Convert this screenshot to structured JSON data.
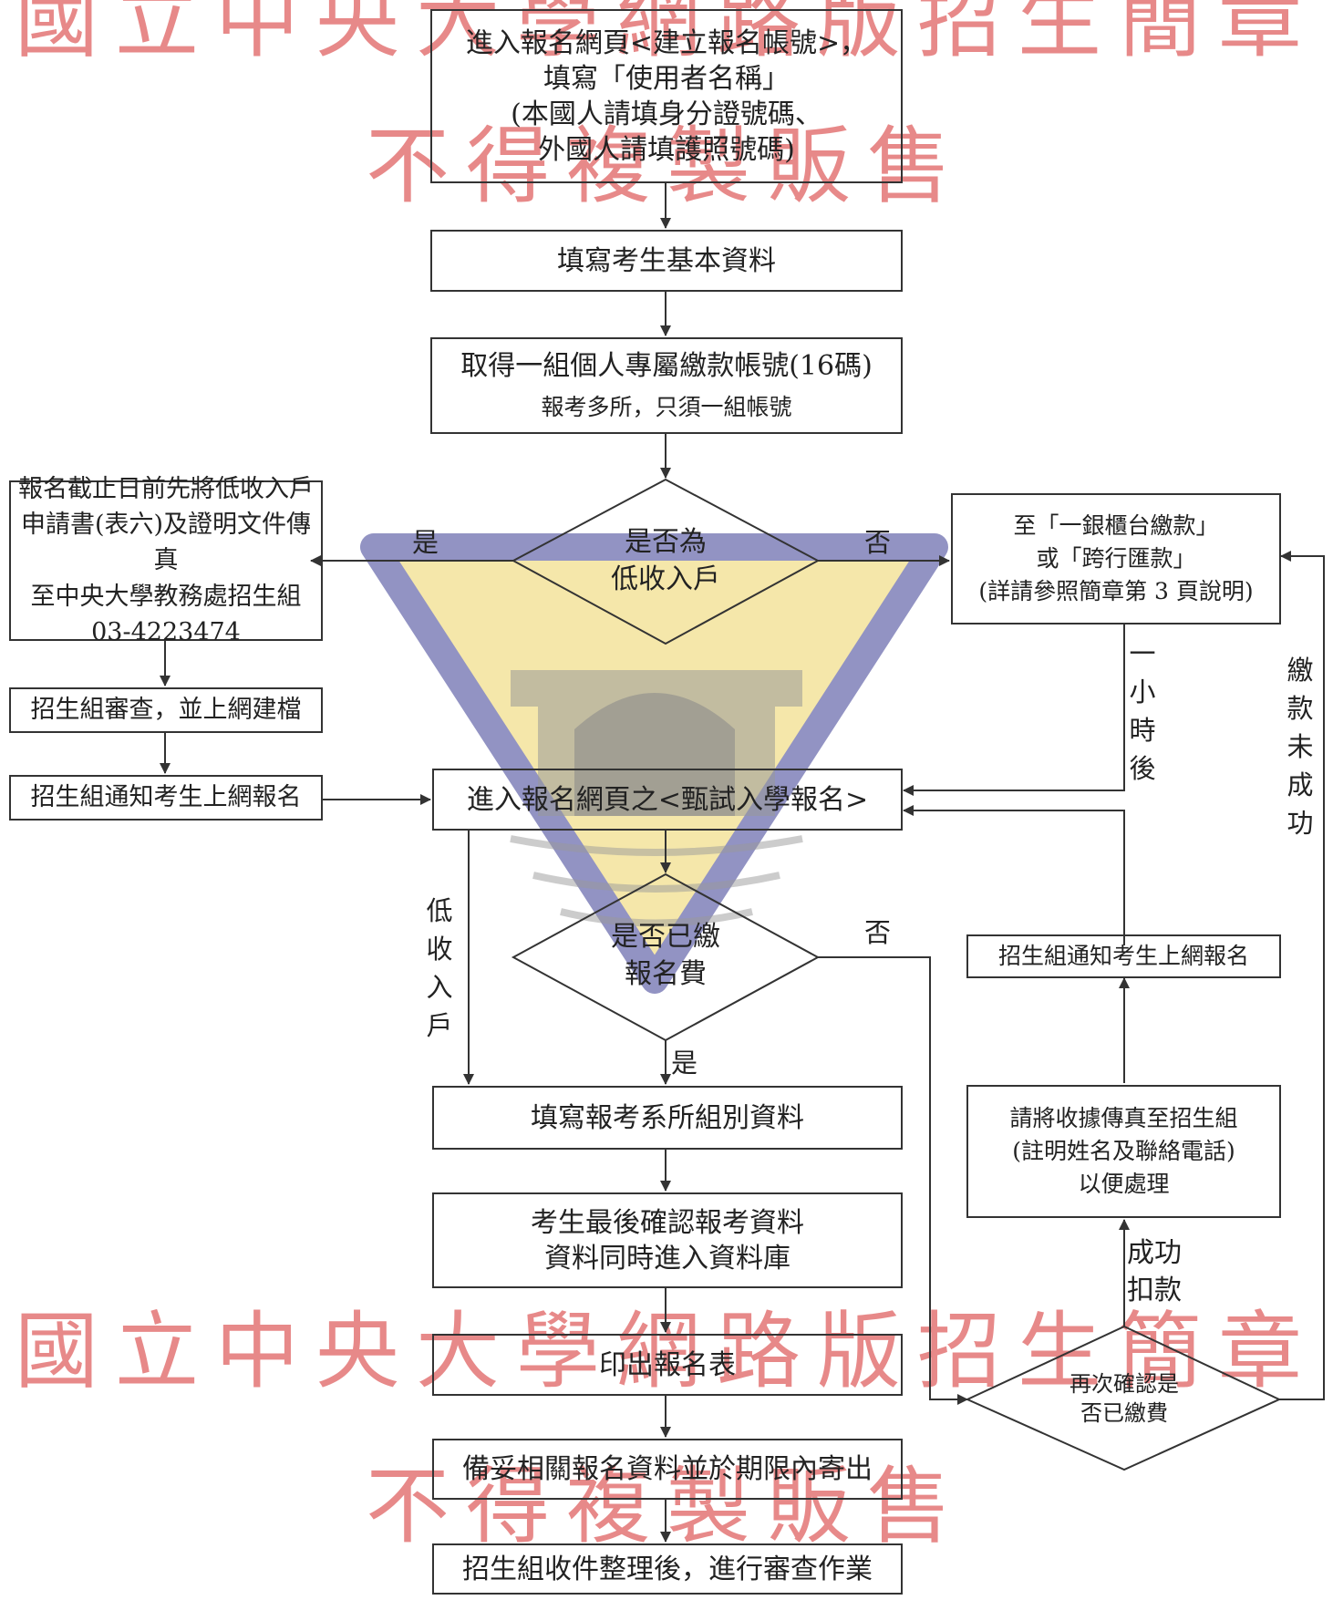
{
  "watermark": {
    "line1": "國立中央大學網路版招生簡章",
    "line2": "不得複製販售"
  },
  "nodes": {
    "create_account": [
      "進入報名網頁<建立報名帳號>，",
      "填寫「使用者名稱」",
      "(本國人請填身分證號碼、",
      "外國人請填護照號碼)"
    ],
    "fill_basic": "填寫考生基本資料",
    "get_account": "取得一組個人專屬繳款帳號(16碼)",
    "get_account_note": "報考多所，只須一組帳號",
    "low_income_q": [
      "是否為",
      "低收入戶"
    ],
    "low_income_docs": [
      "報名截止日前先將低收入戶",
      "申請書(表六)及證明文件傳真",
      "至中央大學教務處招生組",
      "03-4223474"
    ],
    "review_upload": "招生組審查，並上網建檔",
    "notify_left": "招生組通知考生上網報名",
    "pay_counter": [
      "至「一銀櫃台繳款」",
      "或「跨行匯款」",
      "(詳請參照簡章第 3 頁說明)"
    ],
    "enter_register": "進入報名網頁之<甄試入學報名>",
    "paid_q": [
      "是否已繳",
      "報名費"
    ],
    "notify_right": "招生組通知考生上網報名",
    "fill_dept": "填寫報考系所組別資料",
    "fax_receipt": [
      "請將收據傳真至招生組",
      "(註明姓名及聯絡電話)",
      "以便處理"
    ],
    "confirm": [
      "考生最後確認報考資料",
      "資料同時進入資料庫"
    ],
    "recheck_q": [
      "再次確認是",
      "否已繳費"
    ],
    "print_form": "印出報名表",
    "mail_docs": "備妥相關報名資料並於期限內寄出",
    "review": "招生組收件整理後，進行審查作業"
  },
  "edge_labels": {
    "yes_left": "是",
    "no_right": "否",
    "one_hour": [
      "一",
      "小",
      "時",
      "後"
    ],
    "pay_failed": [
      "繳",
      "款",
      "未",
      "成",
      "功"
    ],
    "low_income_path": [
      "低",
      "收",
      "入",
      "戶"
    ],
    "no_paid": "否",
    "yes_paid": "是",
    "success_deduct": [
      "成功",
      "扣款"
    ]
  },
  "colors": {
    "line": "#333333",
    "watermark_text": "#d42a2a",
    "emblem_yellow": "#f2e08e",
    "emblem_blue": "#6e6fb0"
  }
}
